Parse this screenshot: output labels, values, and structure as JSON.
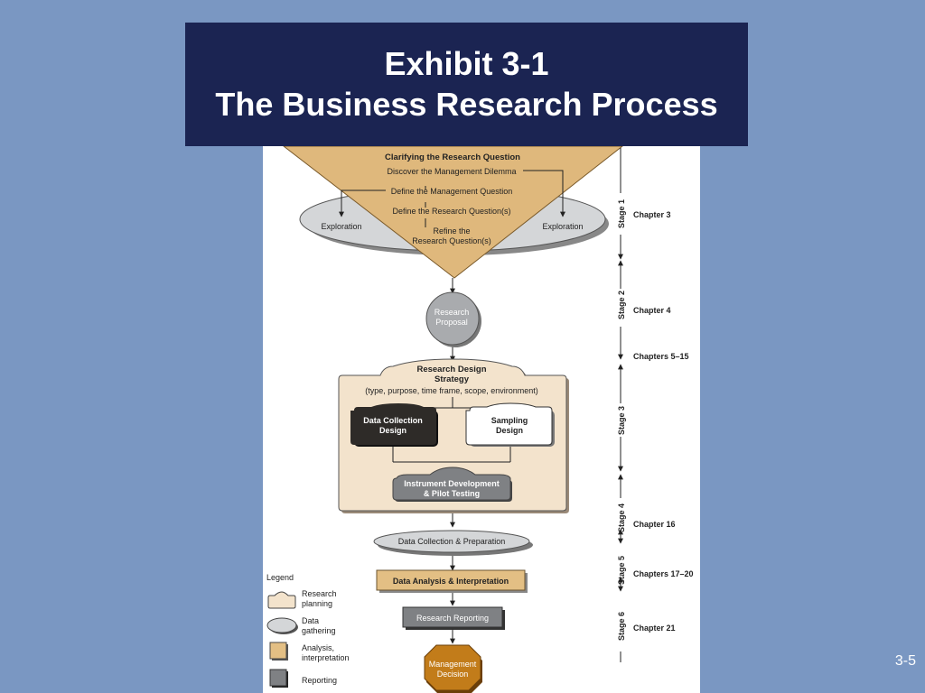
{
  "title": {
    "line1": "Exhibit 3-1",
    "line2": "The Business Research Process"
  },
  "slide_number": "3-5",
  "stage_one": {
    "heading": "Clarifying the Research Question",
    "steps": [
      "Discover the Management Dilemma",
      "Define the Management Question",
      "Define the Research Question(s)",
      "Refine the",
      "Research Question(s)"
    ],
    "exploration_left": "Exploration",
    "exploration_right": "Exploration"
  },
  "research_proposal": [
    "Research",
    "Proposal"
  ],
  "design_strategy": {
    "heading_line1": "Research Design",
    "heading_line2": "Strategy",
    "subtitle": "(type, purpose, time frame, scope, environment)",
    "data_collection": [
      "Data Collection",
      "Design"
    ],
    "sampling": [
      "Sampling",
      "Design"
    ],
    "instrument": [
      "Instrument Development",
      "& Pilot Testing"
    ]
  },
  "data_collection_prep": "Data Collection & Preparation",
  "data_analysis": "Data Analysis & Interpretation",
  "research_reporting": "Research Reporting",
  "management_decision": [
    "Management",
    "Decision"
  ],
  "stages": [
    "Stage 1",
    "Stage 2",
    "Stage 3",
    "Stage 4",
    "Stage 5",
    "Stage 6"
  ],
  "chapters": [
    "Chapter 3",
    "Chapter 4",
    "Chapters 5–15",
    "Chapter 16",
    "Chapters 17–20",
    "Chapter 21"
  ],
  "legend": {
    "title": "Legend",
    "items": [
      [
        "Research",
        "planning"
      ],
      [
        "Data",
        "gathering"
      ],
      [
        "Analysis,",
        "interpretation"
      ],
      [
        "Reporting"
      ]
    ]
  },
  "colors": {
    "slide_background": "#7a97c2",
    "title_background": "#1b2452",
    "planning": "#f3e3cc",
    "gathering": "#d4d6d8",
    "analysis": "#e3bf84",
    "reporting": "#7f8184",
    "decision": "#c27c1a",
    "data_collection_box": "#2e2b28"
  }
}
